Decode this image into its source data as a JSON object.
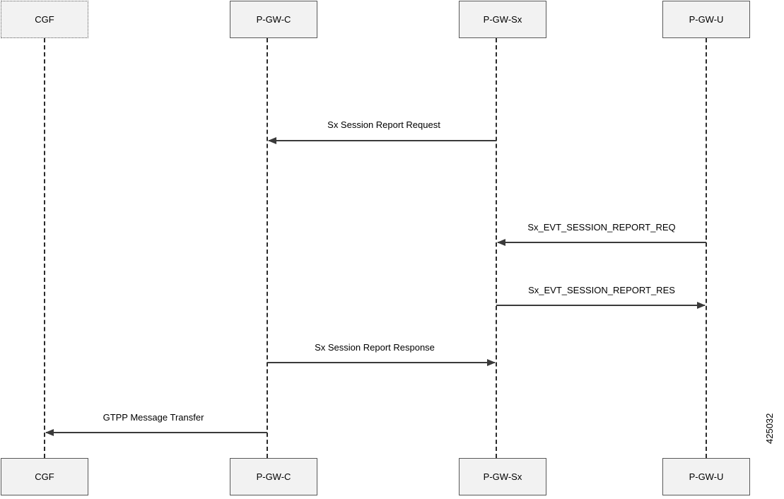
{
  "participants": {
    "cgf": "CGF",
    "pgwc": "P-GW-C",
    "pgwsx": "P-GW-Sx",
    "pgwu": "P-GW-U"
  },
  "messages": [
    {
      "label": "Sx Session Report Request",
      "from": "P-GW-Sx",
      "to": "P-GW-C"
    },
    {
      "label": "Sx_EVT_SESSION_REPORT_REQ",
      "from": "P-GW-U",
      "to": "P-GW-Sx"
    },
    {
      "label": "Sx_EVT_SESSION_REPORT_RES",
      "from": "P-GW-Sx",
      "to": "P-GW-U"
    },
    {
      "label": "Sx Session Report Response",
      "from": "P-GW-C",
      "to": "P-GW-Sx"
    },
    {
      "label": "GTPP Message Transfer",
      "from": "P-GW-C",
      "to": "CGF"
    }
  ],
  "figure_id": "425032"
}
